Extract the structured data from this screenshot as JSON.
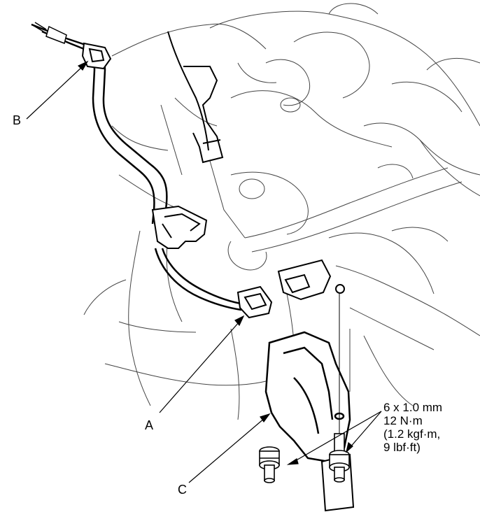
{
  "callouts": {
    "a": "A",
    "b": "B",
    "c": "C"
  },
  "bolt_spec": {
    "size": "6 x 1.0 mm",
    "torque_nm": "12 N·m",
    "torque_kgfm": "(1.2 kgf·m,",
    "torque_lbfft": "9 lbf·ft)"
  }
}
